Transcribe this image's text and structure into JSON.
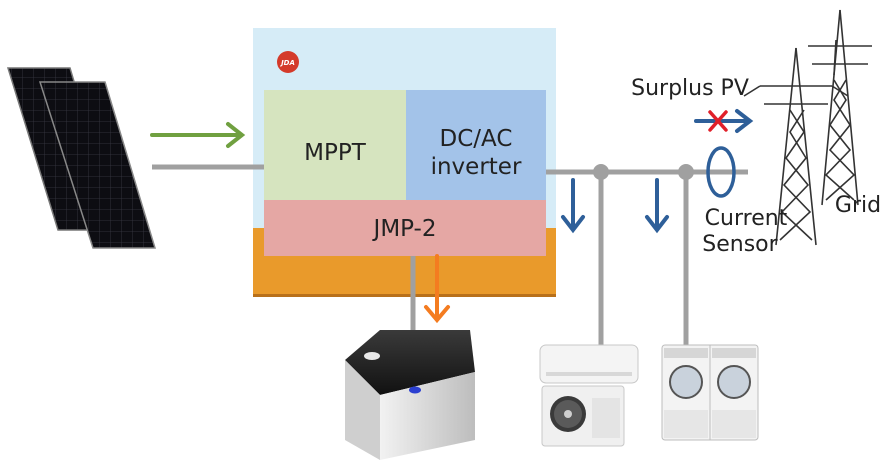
{
  "system": {
    "logo": "JDA",
    "mppt_label": "MPPT",
    "inverter_label_line1": "DC/AC",
    "inverter_label_line2": "inverter",
    "controller_label": "JMP-2"
  },
  "grid": {
    "label": "Grid",
    "surplus_label": "Surplus PV"
  },
  "sensor": {
    "label_line1": "Current",
    "label_line2": "Sensor"
  },
  "colors": {
    "box_background": "#d6ecf7",
    "mppt": "#d6e4bf",
    "inverter": "#a3c3e9",
    "controller": "#e5a7a4",
    "base": "#e99a2b",
    "arrow_pv": "#70a040",
    "arrow_battery": "#f47c20",
    "arrow_load": "#2e5f99",
    "cross": "#e0202a",
    "wire": "#a0a0a0"
  },
  "icons": [
    "solar-panel-icon",
    "battery-icon",
    "air-conditioner-icon",
    "washer-dryer-icon",
    "transmission-tower-icon"
  ]
}
